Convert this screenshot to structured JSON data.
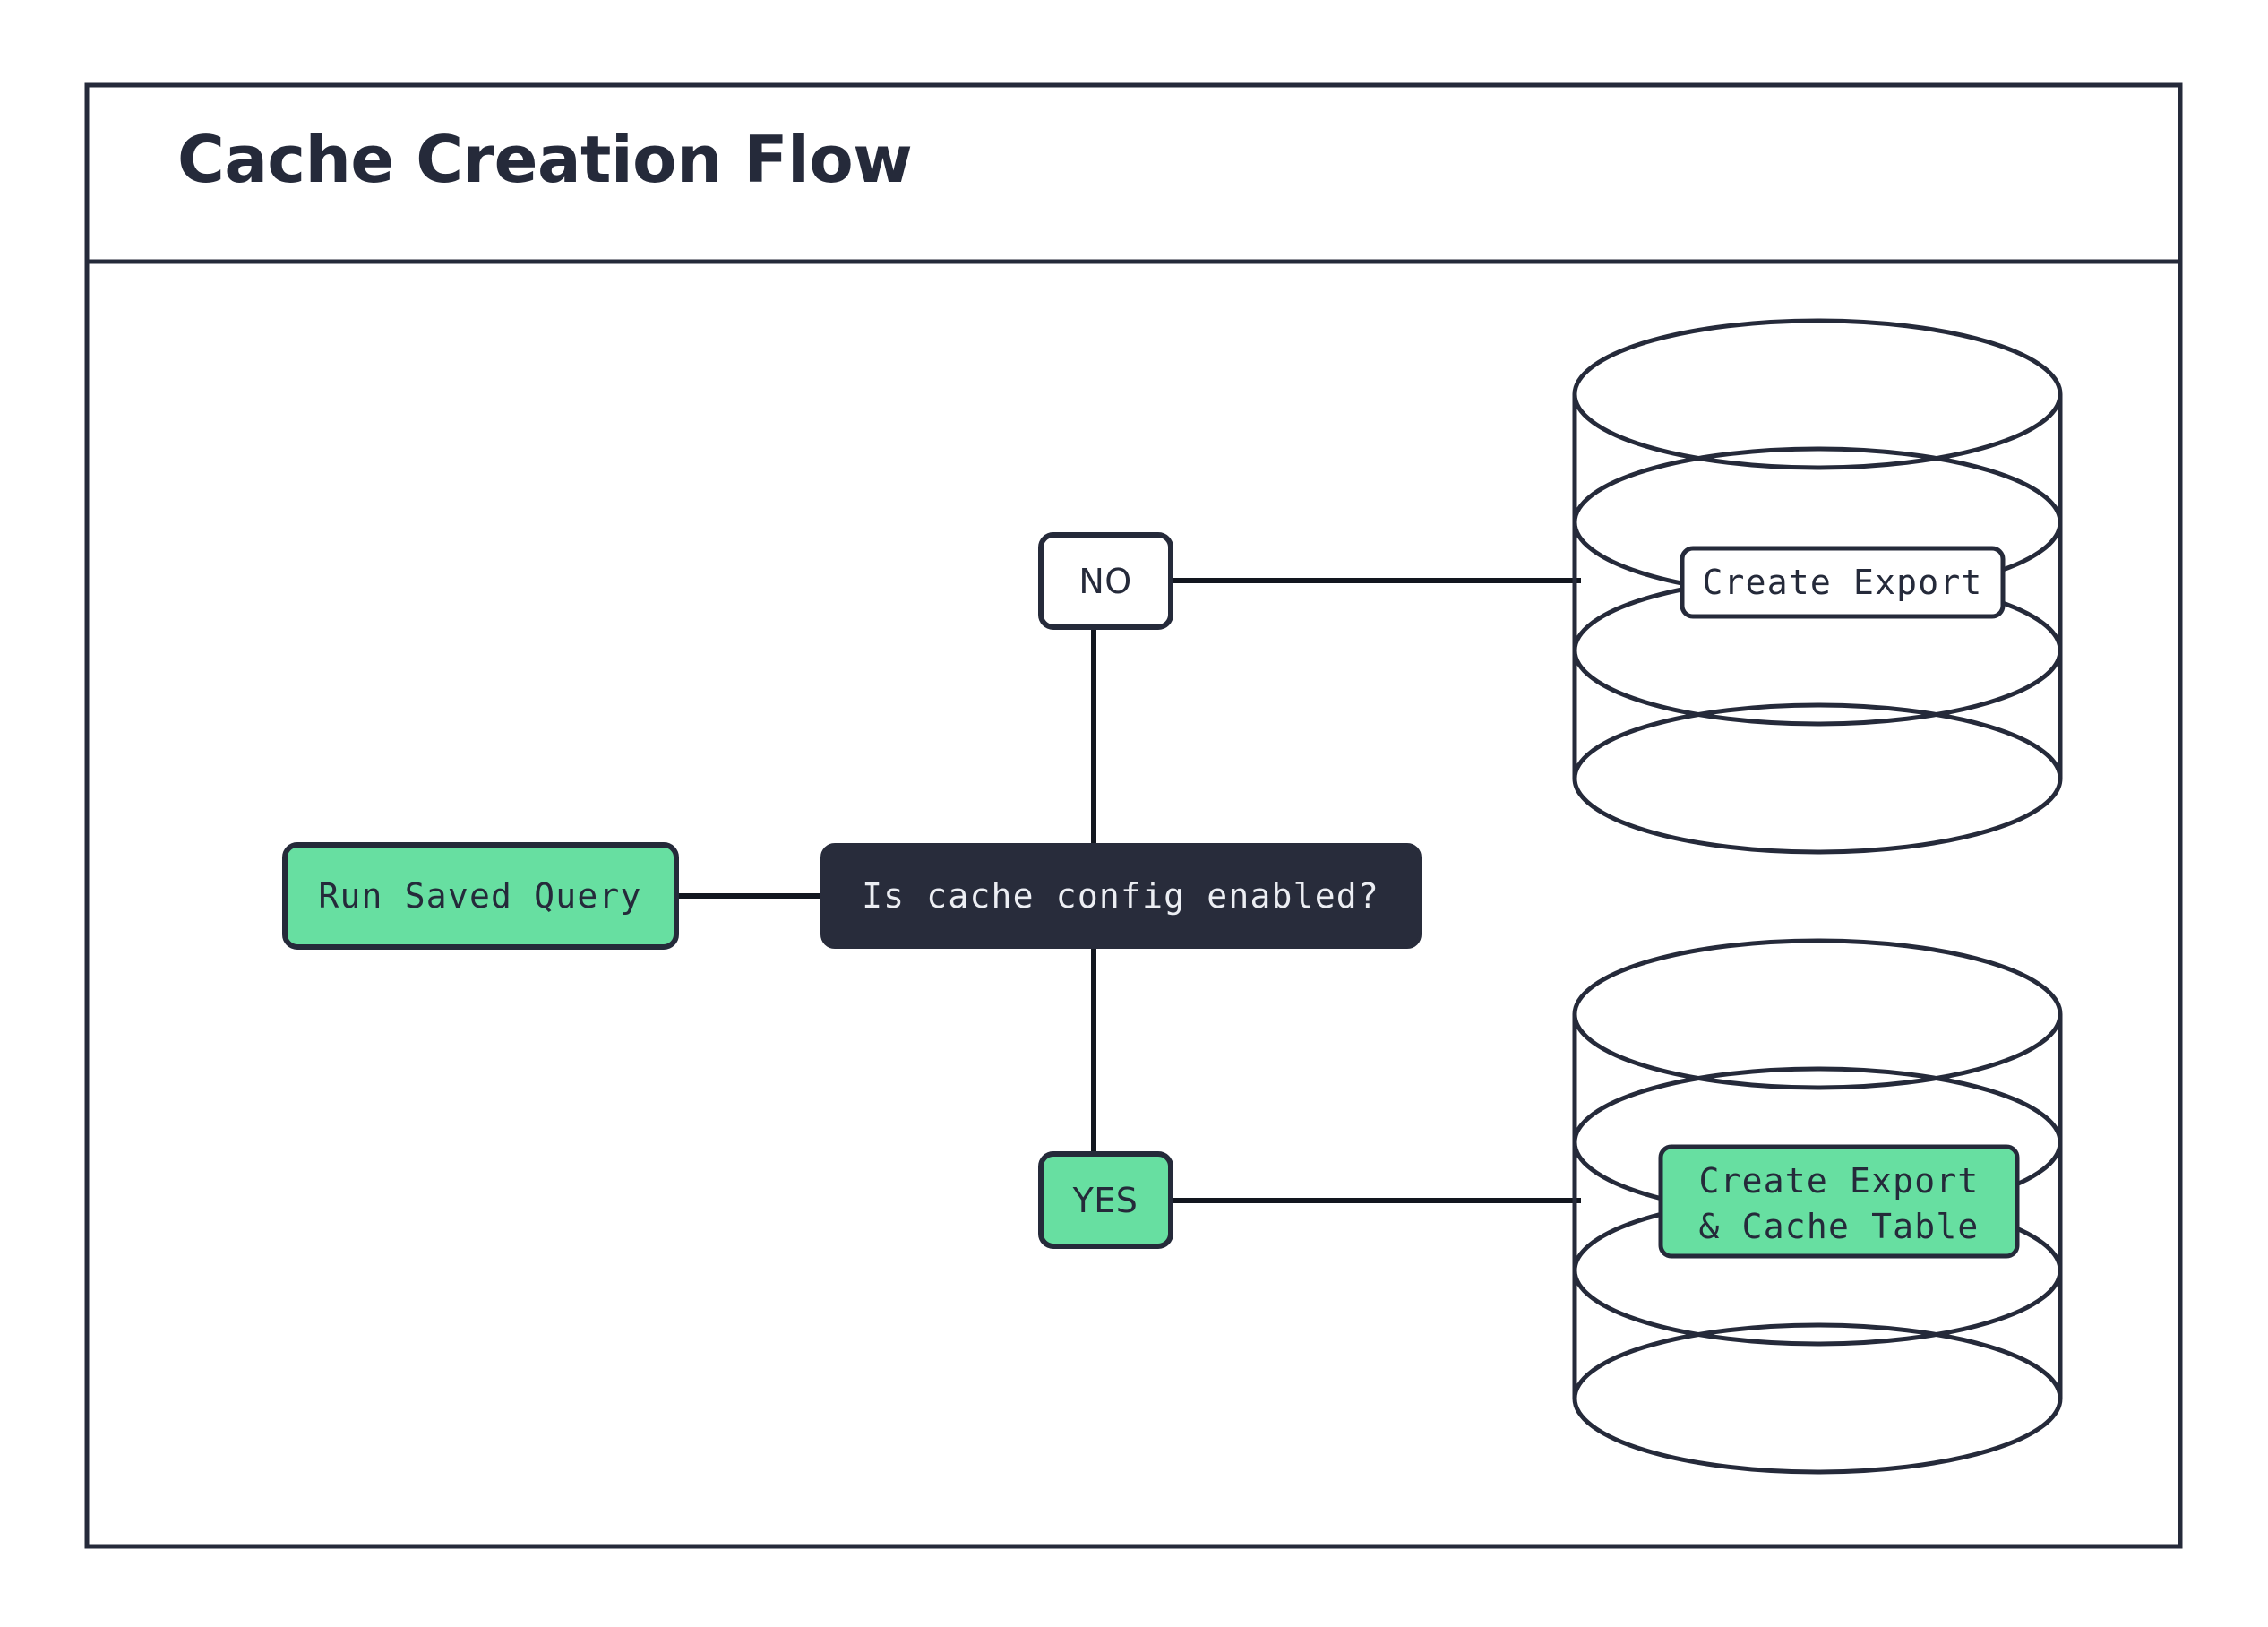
{
  "diagram": {
    "title": "Cache Creation Flow",
    "type": "flowchart",
    "colors": {
      "stroke": "#252a3a",
      "dark_fill": "#282c3b",
      "green_fill": "#67dfa1",
      "white_fill": "#ffffff",
      "light_text": "#eceef3",
      "dark_text": "#252a3a",
      "page_background": "#ffffff"
    },
    "nodes": [
      {
        "id": "run-saved-query",
        "label": "Run Saved Query",
        "shape": "rounded-rect",
        "fill": "green",
        "text_style": "mono"
      },
      {
        "id": "is-cache-config-enabled",
        "label": "Is cache config enabled?",
        "shape": "rounded-rect",
        "fill": "dark",
        "text_style": "mono"
      },
      {
        "id": "branch-no",
        "label": "NO",
        "shape": "rounded-rect",
        "fill": "white",
        "text_style": "sans"
      },
      {
        "id": "branch-yes",
        "label": "YES",
        "shape": "rounded-rect",
        "fill": "green",
        "text_style": "sans"
      },
      {
        "id": "create-export-db",
        "label": "Create Export",
        "shape": "cylinder",
        "fill": "white",
        "text_style": "mono"
      },
      {
        "id": "create-export-cache-db",
        "label_line1": "Create Export",
        "label_line2": "& Cache Table",
        "shape": "cylinder",
        "fill": "green",
        "text_style": "mono"
      }
    ],
    "edges": [
      {
        "from": "run-saved-query",
        "to": "is-cache-config-enabled",
        "label": ""
      },
      {
        "from": "is-cache-config-enabled",
        "to": "branch-no",
        "label": ""
      },
      {
        "from": "branch-no",
        "to": "create-export-db",
        "label": ""
      },
      {
        "from": "is-cache-config-enabled",
        "to": "branch-yes",
        "label": ""
      },
      {
        "from": "branch-yes",
        "to": "create-export-cache-db",
        "label": ""
      }
    ]
  }
}
